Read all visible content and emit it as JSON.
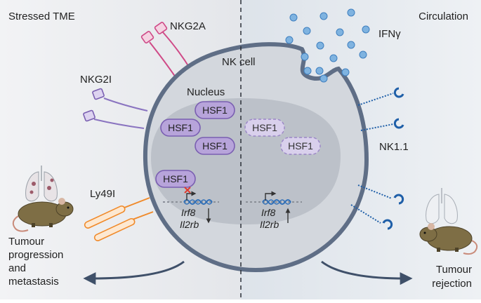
{
  "left_panel": {
    "title": "Stressed TME",
    "outcome_lines": [
      "Tumour",
      "progression",
      "and",
      "metastasis"
    ]
  },
  "right_panel": {
    "title": "Circulation",
    "outcome_lines": [
      "Tumour",
      "rejection"
    ]
  },
  "cell": {
    "label": "NK cell",
    "nucleus_label": "Nucleus"
  },
  "receptors": {
    "nkg2a": "NKG2A",
    "nkg2i": "NKG2I",
    "ly49i": "Ly49I",
    "nk11": "NK1.1"
  },
  "cytokine": "IFNγ",
  "hsf1": {
    "active": [
      "HSF1",
      "HSF1",
      "HSF1",
      "HSF1"
    ],
    "inactive": [
      "HSF1",
      "HSF1"
    ]
  },
  "genes": {
    "g1": "Irf8",
    "g2": "Il2rb",
    "left_trend": "down",
    "right_trend": "up"
  },
  "colors": {
    "left_bg": "#e9eaed",
    "right_bg": "#dfe5ec",
    "cell_fill": "#d3d7dd",
    "membrane": "#5f6e86",
    "nucleus": "#a9afb8",
    "hsf1_fill": "#b7a4da",
    "hsf1_stroke": "#7a5fb1",
    "nkg2a": "#cf4a87",
    "nk11": "#1f5fa8",
    "ifng": "#4e93cf",
    "ly49i": "#f08a2a",
    "repress": "#e03a2d",
    "arrow": "#3f5069"
  }
}
